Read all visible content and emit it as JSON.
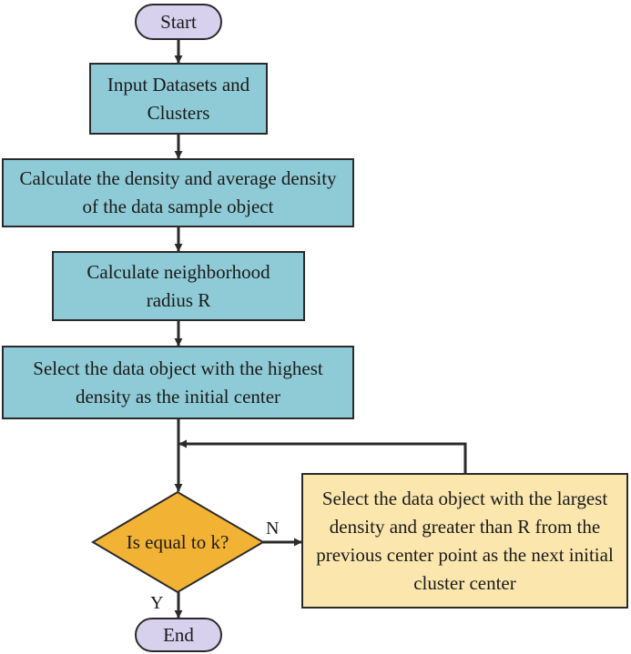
{
  "colors": {
    "terminal_fill": "#d8d1ee",
    "process_fill": "#8fcbd6",
    "decision_fill": "#f2b233",
    "note_fill": "#fbe7ad",
    "stroke": "#2a2a2a"
  },
  "nodes": {
    "start": "Start",
    "input": "Input Datasets and Clusters",
    "density": "Calculate the density and average density of the data sample object",
    "radius": "Calculate neighborhood radius R",
    "select_initial": "Select the data object with the highest density as the initial center",
    "decision": "Is equal to k?",
    "select_next": "Select the data object with the largest density and greater than R from the previous center point as the next initial cluster center",
    "end": "End"
  },
  "edge_labels": {
    "no": "N",
    "yes": "Y"
  }
}
